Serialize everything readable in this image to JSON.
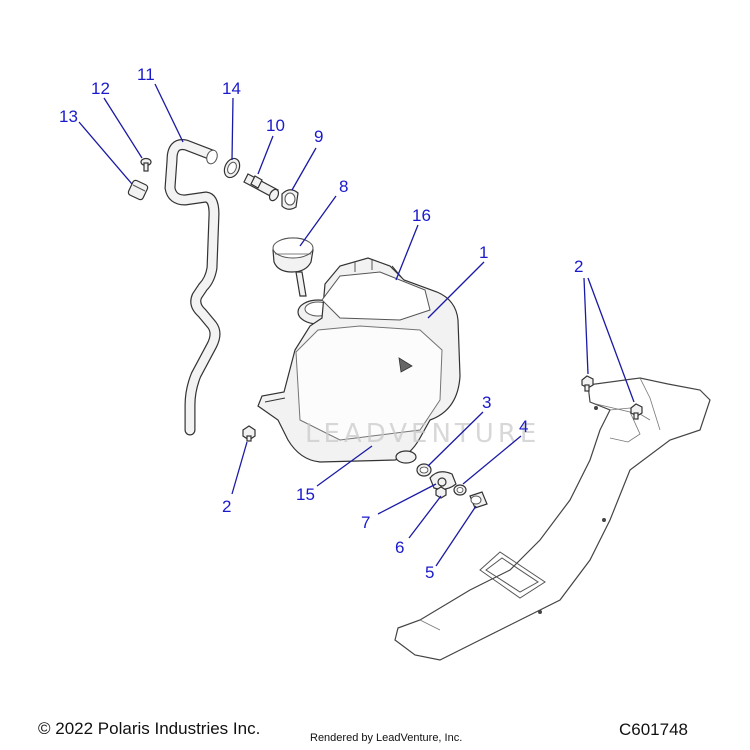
{
  "callouts": [
    {
      "id": "1",
      "label": "1"
    },
    {
      "id": "2a",
      "label": "2"
    },
    {
      "id": "2b",
      "label": "2"
    },
    {
      "id": "3",
      "label": "3"
    },
    {
      "id": "4",
      "label": "4"
    },
    {
      "id": "5",
      "label": "5"
    },
    {
      "id": "6",
      "label": "6"
    },
    {
      "id": "7",
      "label": "7"
    },
    {
      "id": "8",
      "label": "8"
    },
    {
      "id": "9",
      "label": "9"
    },
    {
      "id": "10",
      "label": "10"
    },
    {
      "id": "11",
      "label": "11"
    },
    {
      "id": "12",
      "label": "12"
    },
    {
      "id": "13",
      "label": "13"
    },
    {
      "id": "14",
      "label": "14"
    },
    {
      "id": "15",
      "label": "15"
    },
    {
      "id": "16",
      "label": "16"
    }
  ],
  "watermark": "LEADVENTURE",
  "footer": {
    "copyright": "© 2022 Polaris Industries Inc.",
    "rendered_by": "Rendered by LeadVenture, Inc.",
    "diagram_id": "C601748"
  },
  "colors": {
    "callout": "#1a1acc",
    "line": "#333333",
    "part_fill": "#f2f2f2"
  }
}
